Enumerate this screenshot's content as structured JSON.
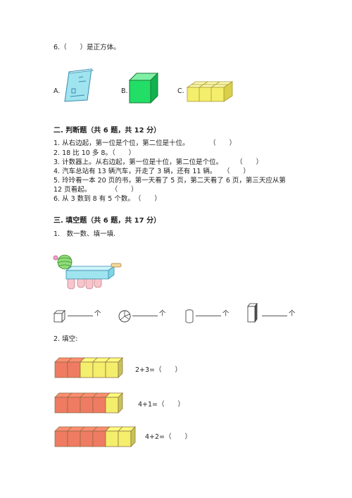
{
  "q6": {
    "question": "6.（　　）是正方体。",
    "options": [
      {
        "label": "A.",
        "icon": "notebook-box-icon"
      },
      {
        "label": "B.",
        "icon": "green-cube-icon"
      },
      {
        "label": "C.",
        "icon": "yellow-cuboid-icon"
      }
    ]
  },
  "section2": {
    "heading": "二. 判断题（共 6 题，共 12 分）",
    "items": [
      "1. 从右边起，第一位是个位，第二位是十位。　　　　（　　）",
      "2. 18 比 10 多 8。（　　）",
      "3. 计数器上。从右边起，第一位是十位，第二位是个位。　　　（　　）",
      "4. 汽车总站有 13 辆汽车，开走了 3 辆，还有 11 辆。　　（　　）",
      "5. 玲玲看一本 20 页的书，第一天看了 5 页，第二天看了 6 页，第三天应从第",
      "12 页看起。　　　　（　　）",
      "6. 从 3 数到 8 有 5 个数。　（　　）"
    ]
  },
  "section3": {
    "heading": "三. 填空题（共 6 题，共 17 分）",
    "q1_text": "1.　数一数、填一填.",
    "count_unit": "个",
    "shapes": [
      "cuboid-icon",
      "sphere-icon",
      "cylinder-icon",
      "tall-cuboid-icon"
    ],
    "q2_text": "2. 填空:",
    "rows": [
      {
        "red": 2,
        "yellow": 3,
        "label": "2+3=（　　）"
      },
      {
        "red": 4,
        "yellow": 1,
        "label": "4+1=（　　）"
      },
      {
        "red": 4,
        "yellow": 2,
        "label": "4+2=（　　）"
      }
    ]
  },
  "colors": {
    "red_block": "#ef7b62",
    "yellow_block": "#f3ee6c",
    "green_cube": "#22dd66",
    "light_blue": "#9fe4ee"
  }
}
